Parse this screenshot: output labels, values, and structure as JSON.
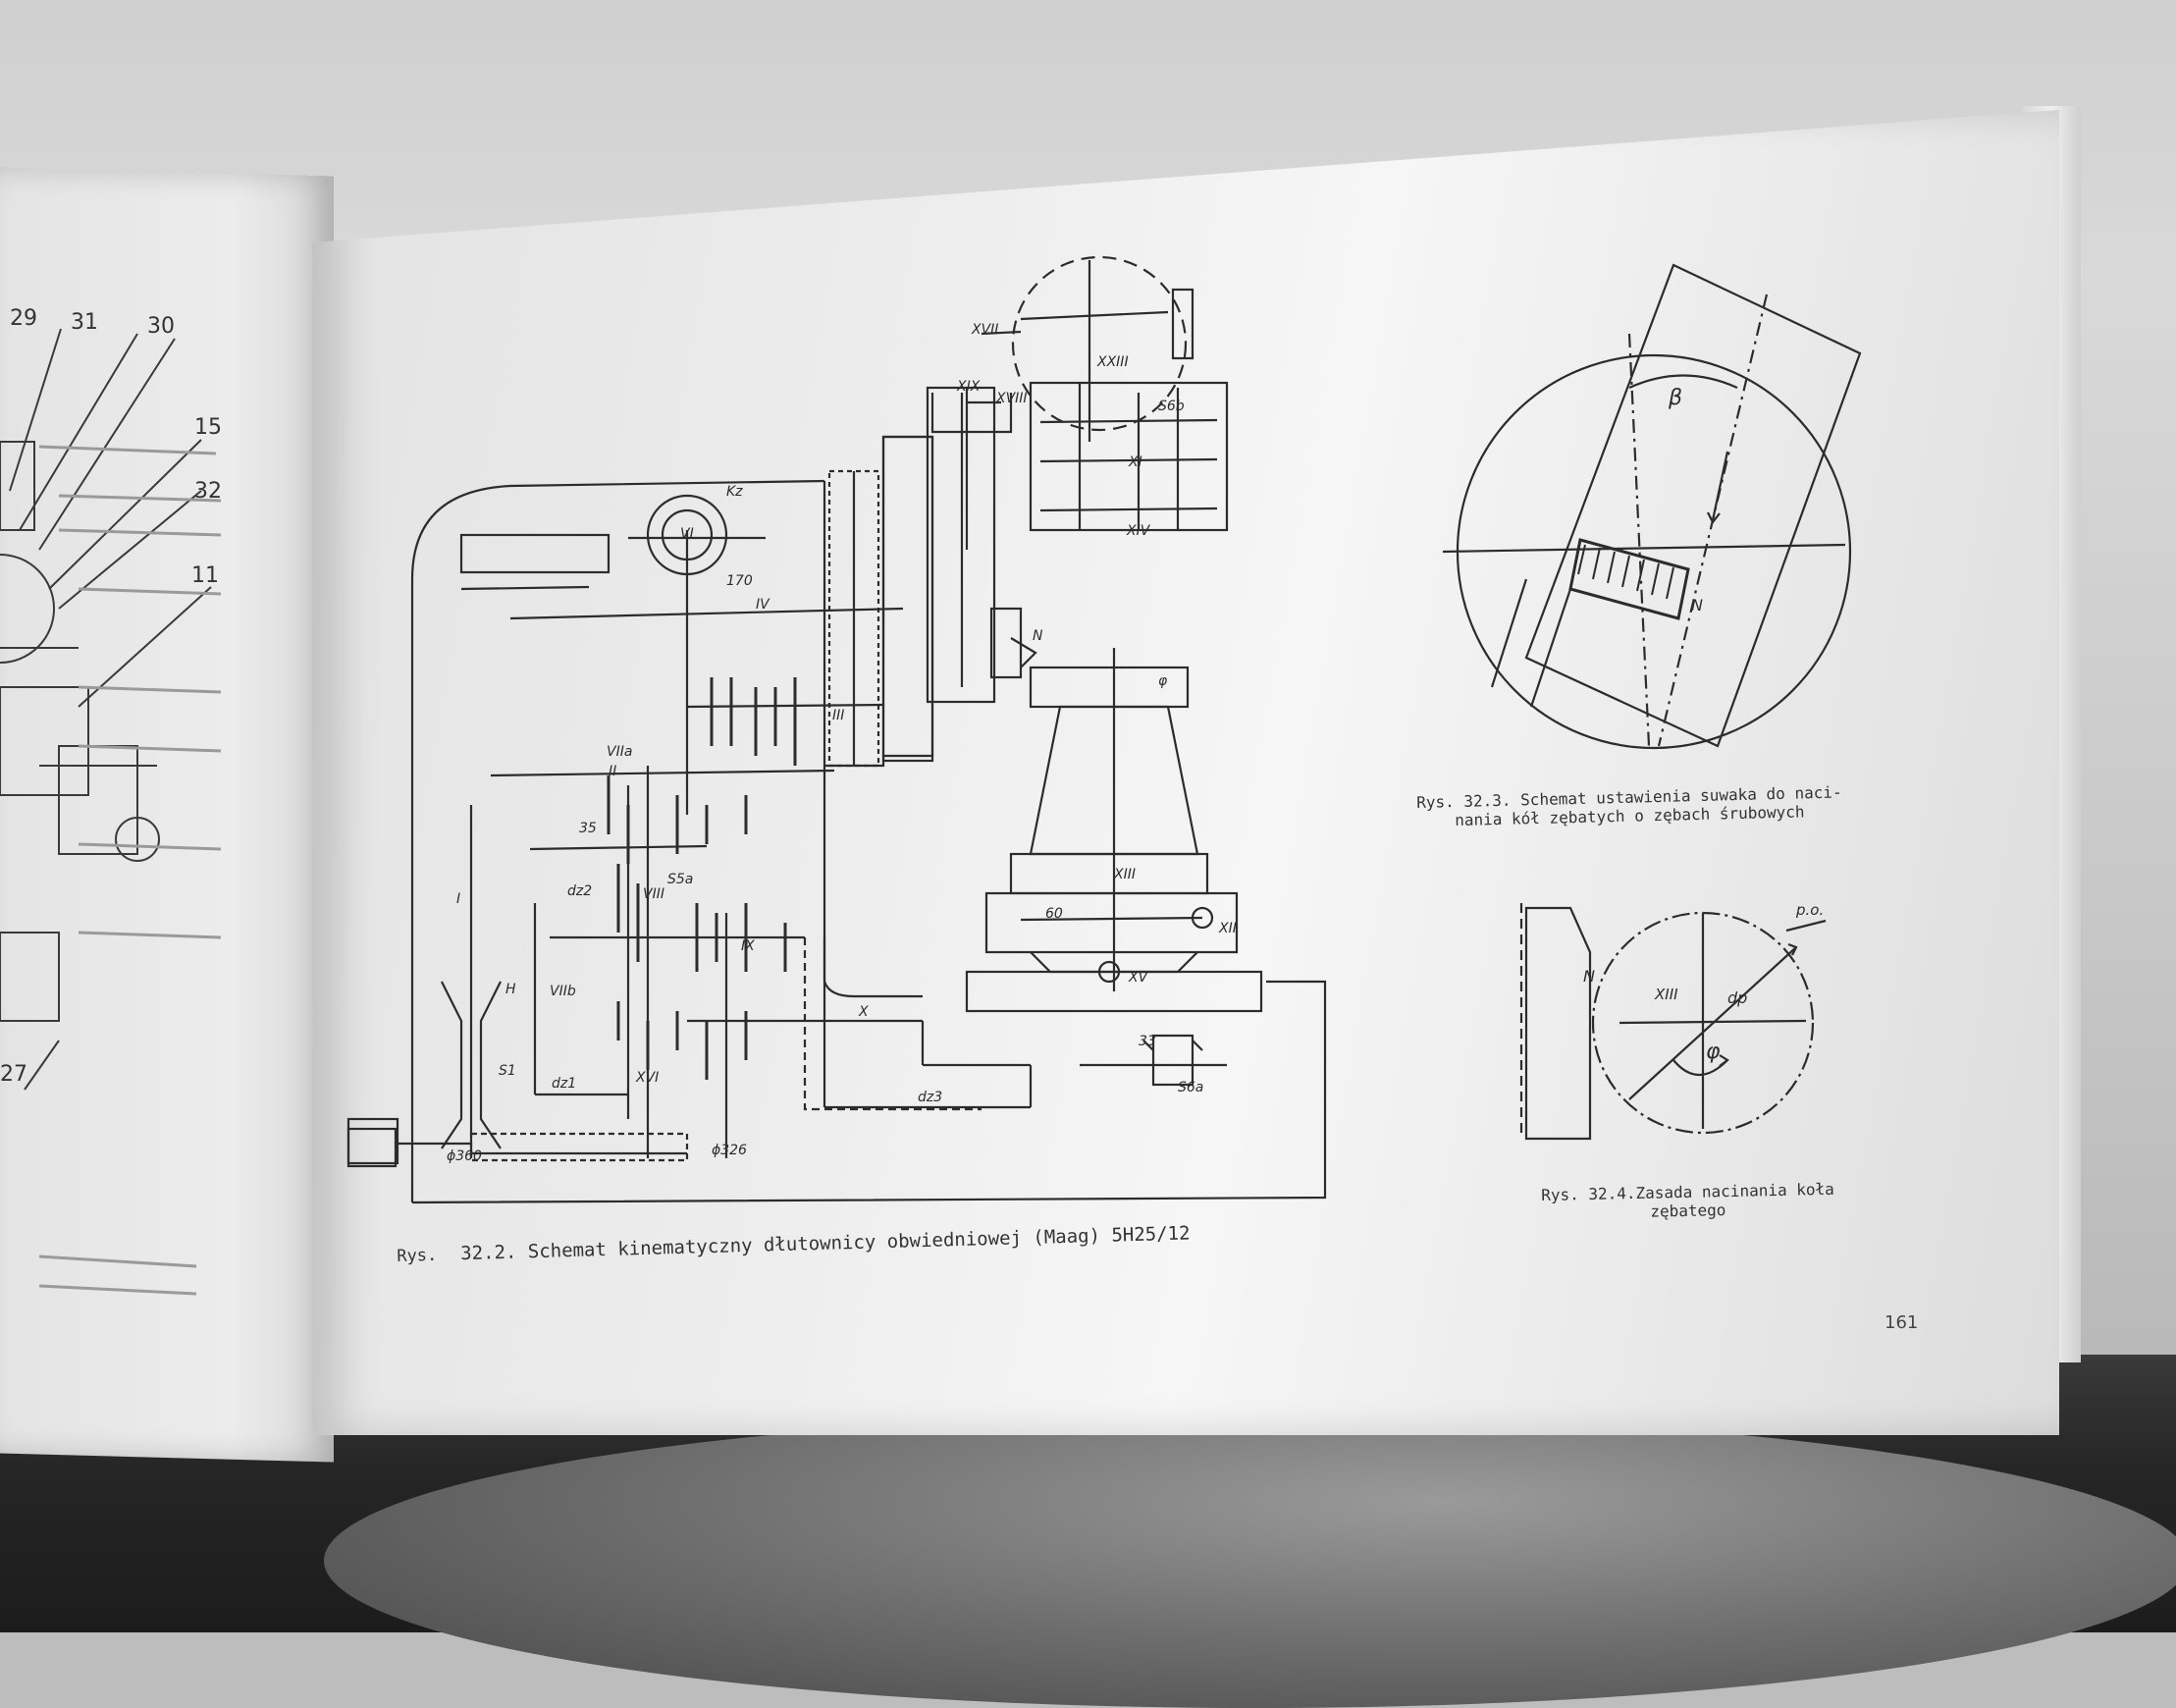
{
  "left_page": {
    "callouts": [
      "29",
      "31",
      "30",
      "15",
      "32",
      "11",
      "27"
    ]
  },
  "figure_main": {
    "label": "Rys.",
    "caption": "32.2. Schemat kinematyczny dłutownicy obwiedniowej (Maag) 5H25/12",
    "labels": [
      "Kz",
      "VI",
      "IV",
      "III",
      "II",
      "I",
      "H",
      "S1",
      "VIIa",
      "VIIb",
      "VIII",
      "IX",
      "X",
      "XI",
      "XII",
      "XIII",
      "XIV",
      "XV",
      "XVI",
      "XVII",
      "XVIII",
      "XIX",
      "XXIII",
      "N",
      "φ",
      "dz1",
      "dz2",
      "dz3",
      "S5a",
      "S6a",
      "S6b",
      "60",
      "35",
      "33",
      "170",
      "ɸ360",
      "ɸ326"
    ]
  },
  "figure_32_3": {
    "label": "Rys.",
    "caption_line1": "32.3. Schemat ustawienia suwaka do naci-",
    "caption_line2": "nania kół zębatych o zębach śrubowych",
    "labels": [
      "β",
      "N"
    ]
  },
  "figure_32_4": {
    "label": "Rys.",
    "caption_line1": "32.4.Zasada nacinania  koła",
    "caption_line2": "zębatego",
    "labels": [
      "p.o.",
      "N",
      "XIII",
      "dp",
      "φ"
    ]
  },
  "page_number": "161"
}
